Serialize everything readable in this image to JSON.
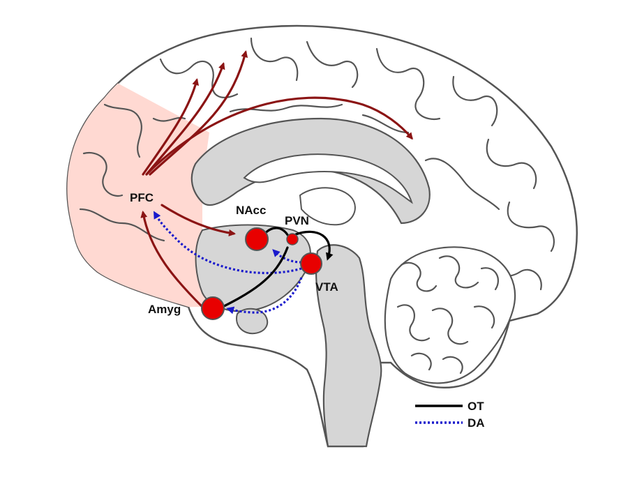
{
  "labels": {
    "pfc": "PFC",
    "nacc": "NAcc",
    "pvn": "PVN",
    "vta": "VTA",
    "amyg": "Amyg"
  },
  "legend": [
    {
      "key": "ot",
      "label": "OT",
      "style": "solid",
      "color": "#000000"
    },
    {
      "key": "da",
      "label": "DA",
      "style": "dotted",
      "color": "#1a1acc"
    }
  ],
  "colors": {
    "pfc_region": "#ffd9d2",
    "inner_gray": "#d6d6d6",
    "outline": "#555555",
    "red_pathway": "#8b1414",
    "ot_pathway": "#000000",
    "da_pathway": "#1a1acc",
    "nucleus_fill": "#e80000"
  },
  "icons": {
    "arrowhead": "arrowhead-icon"
  }
}
